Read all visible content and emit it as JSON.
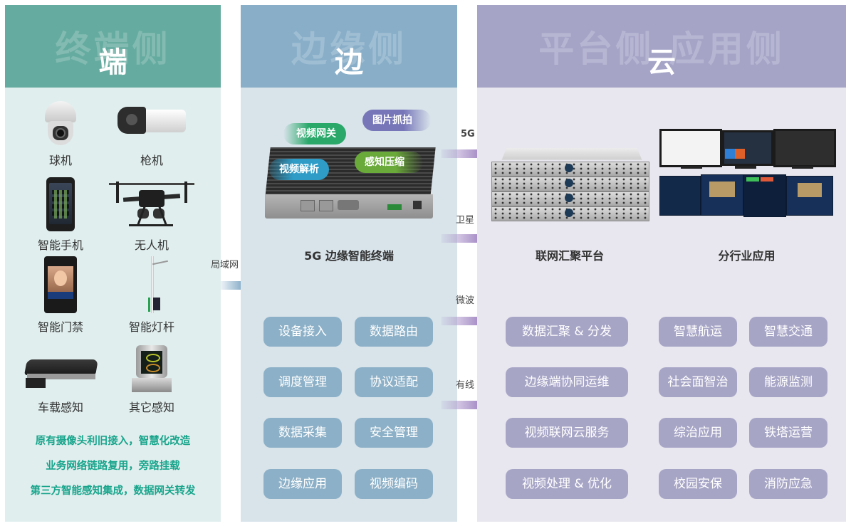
{
  "columns": {
    "terminal": {
      "watermark": "终端侧",
      "title": "端",
      "color": "#65ab9f"
    },
    "edge": {
      "watermark": "边缘侧",
      "title": "边",
      "color": "#88aec8"
    },
    "cloud": {
      "watermark": "平台侧 应用侧",
      "title": "云",
      "color": "#a5a4c7"
    }
  },
  "terminal": {
    "devices": [
      {
        "label": "球机",
        "icon": "dome-camera-icon"
      },
      {
        "label": "枪机",
        "icon": "bullet-camera-icon"
      },
      {
        "label": "智能手机",
        "icon": "smartphone-icon"
      },
      {
        "label": "无人机",
        "icon": "drone-icon"
      },
      {
        "label": "智能门禁",
        "icon": "access-control-icon"
      },
      {
        "label": "智能灯杆",
        "icon": "smart-lamp-pole-icon"
      },
      {
        "label": "车载感知",
        "icon": "vehicle-sensor-icon"
      },
      {
        "label": "其它感知",
        "icon": "other-sensor-icon"
      }
    ],
    "features": [
      "原有摄像头利旧接入，智慧化改造",
      "业务网络链路复用，旁路挂载",
      "第三方智能感知集成，数据网关转发"
    ],
    "feature_color": "#18a58c"
  },
  "links": {
    "lan": "局域网",
    "fiveg": "5G",
    "satellite": "卫星",
    "microwave": "微波",
    "wired": "有线"
  },
  "edge": {
    "device_caption": "5G 边缘智能终端",
    "tags": [
      {
        "label": "视频网关",
        "color": "#2aa86a"
      },
      {
        "label": "图片抓拍",
        "color": "#7676b8"
      },
      {
        "label": "视频解析",
        "color": "#2e9cc7"
      },
      {
        "label": "感知压缩",
        "color": "#6aaa3a"
      }
    ],
    "functions": [
      "设备接入",
      "数据路由",
      "调度管理",
      "协议适配",
      "数据采集",
      "安全管理",
      "边缘应用",
      "视频编码"
    ]
  },
  "cloud": {
    "platform_caption": "联网汇聚平台",
    "apps_caption": "分行业应用",
    "platform_functions": [
      "数据汇聚 & 分发",
      "边缘端协同运维",
      "视频联网云服务",
      "视频处理 & 优化"
    ],
    "industry_apps": [
      "智慧航运",
      "智慧交通",
      "社会面智治",
      "能源监测",
      "综治应用",
      "铁塔运营",
      "校园安保",
      "消防应急"
    ]
  }
}
